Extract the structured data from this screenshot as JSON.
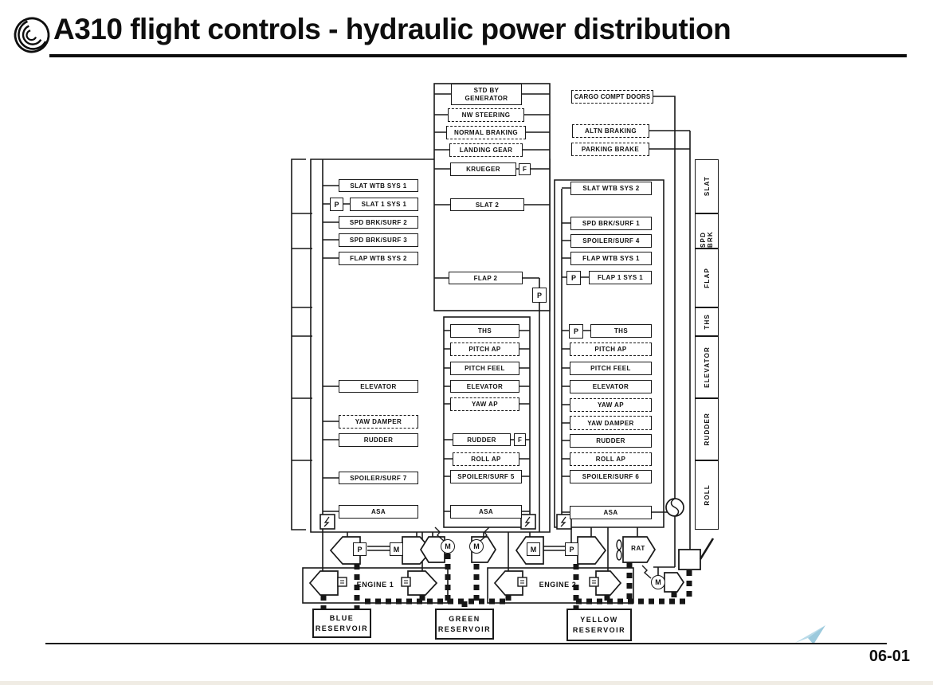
{
  "header": {
    "title": "A310 flight controls - hydraulic power distribution"
  },
  "footer": {
    "page_number": "06-01"
  },
  "colors": {
    "ink": "#1a1a1a",
    "watermark_blue": "#9ccadd"
  },
  "badges": {
    "p": "P",
    "m": "M",
    "f": "F",
    "rat": "RAT"
  },
  "center_top": {
    "std_by_generator_line1": "STD BY",
    "std_by_generator_line2": "GENERATOR",
    "nw_steering": "NW STEERING",
    "normal_braking": "NORMAL BRAKING",
    "landing_gear": "LANDING GEAR",
    "krueger": "KRUEGER",
    "slat_2": "SLAT 2",
    "flap_2": "FLAP 2"
  },
  "center_lower": {
    "ths": "THS",
    "pitch_ap": "PITCH AP",
    "pitch_feel": "PITCH FEEL",
    "elevator": "ELEVATOR",
    "yaw_ap": "YAW AP",
    "rudder": "RUDDER",
    "roll_ap": "ROLL AP",
    "spoiler_surf_5": "SPOILER/SURF 5",
    "asa": "ASA"
  },
  "left_column": {
    "slat_wtb_sys_1": "SLAT WTB SYS 1",
    "slat_1_sys_1": "SLAT 1 SYS 1",
    "spd_brk_surf_2": "SPD BRK/SURF 2",
    "spd_brk_surf_3": "SPD BRK/SURF 3",
    "flap_wtb_sys_2": "FLAP WTB SYS 2",
    "elevator": "ELEVATOR",
    "yaw_damper": "YAW DAMPER",
    "rudder": "RUDDER",
    "spoiler_surf_7": "SPOILER/SURF 7",
    "asa": "ASA"
  },
  "right_column": {
    "cargo_compt_doors": "CARGO COMPT DOORS",
    "altn_braking": "ALTN BRAKING",
    "parking_brake": "PARKING BRAKE",
    "slat_wtb_sys_2": "SLAT WTB SYS 2",
    "spd_brk_surf_1": "SPD BRK/SURF 1",
    "spoiler_surf_4": "SPOILER/SURF 4",
    "flap_wtb_sys_1": "FLAP WTB SYS 1",
    "flap_1_sys_1": "FLAP 1 SYS 1",
    "ths": "THS",
    "pitch_ap": "PITCH AP",
    "pitch_feel": "PITCH FEEL",
    "elevator": "ELEVATOR",
    "yaw_ap": "YAW AP",
    "yaw_damper": "YAW DAMPER",
    "rudder": "RUDDER",
    "roll_ap": "ROLL AP",
    "spoiler_surf_6": "SPOILER/SURF 6",
    "asa": "ASA"
  },
  "side_labels": [
    "SLAT",
    "SPD BRK",
    "FLAP",
    "THS",
    "ELEVATOR",
    "RUDDER",
    "ROLL"
  ],
  "bottom": {
    "engine_1": "ENGINE 1",
    "engine_2": "ENGINE 2",
    "blue_reservoir_line1": "BLUE",
    "blue_reservoir_line2": "RESERVOIR",
    "green_reservoir_line1": "GREEN",
    "green_reservoir_line2": "RESERVOIR",
    "yellow_reservoir_line1": "YELLOW",
    "yellow_reservoir_line2": "RESERVOIR"
  }
}
